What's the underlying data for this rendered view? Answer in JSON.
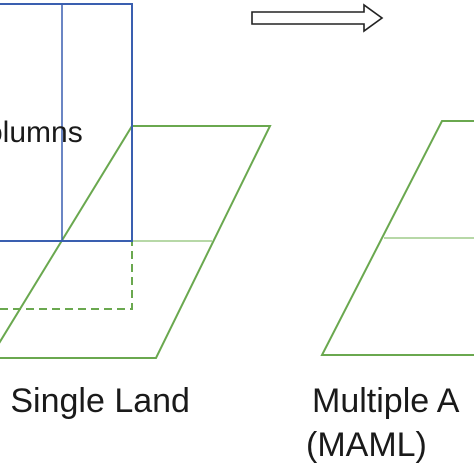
{
  "diagram": {
    "columns_label": "olumns",
    "caption_left": "e Single Land",
    "caption_right_line1": "Multiple A",
    "caption_right_line2": "(MAML)",
    "colors": {
      "land_outline": "#6aa84f",
      "column_outline": "#3a5fb0",
      "arrow_outline": "#222222",
      "divider": "#9fcc8a"
    }
  }
}
